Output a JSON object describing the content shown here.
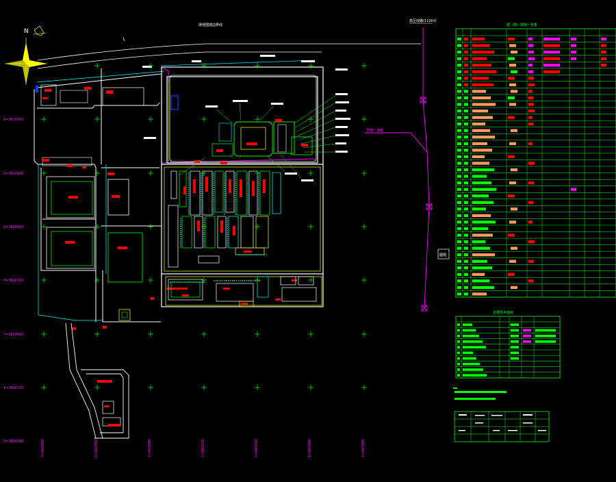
{
  "colors": {
    "background": "#000000",
    "cad_white": "#ffffff",
    "cad_green": "#00ff00",
    "cad_cyan": "#00ffff",
    "cad_red": "#ff0000",
    "cad_magenta": "#ff00ff",
    "cad_yellow": "#ffff00",
    "cad_salmon": "#ff9966",
    "cad_blue": "#0040ff"
  },
  "drawing": {
    "north_arrow_label": "N",
    "boundary_note": "场地围墙边界线",
    "pipeline_note": "高压线路(110kV)",
    "road_note": "至电厂道路",
    "legend_box_label": "图例",
    "coords_y": [
      "Y=3825000",
      "Y=3824900",
      "Y=3824800",
      "Y=3824700",
      "Y=3824600",
      "Y=3824500",
      "Y=3824400"
    ],
    "coords_x": [
      "X=462800",
      "X=462900",
      "X=463000",
      "X=463100",
      "X=463200",
      "X=463300",
      "X=463400"
    ]
  },
  "tables": {
    "main_title": "建（构）筑物一览表",
    "second_title": "主要技术指标",
    "main_row_count": 40,
    "second_row_count": 10
  }
}
